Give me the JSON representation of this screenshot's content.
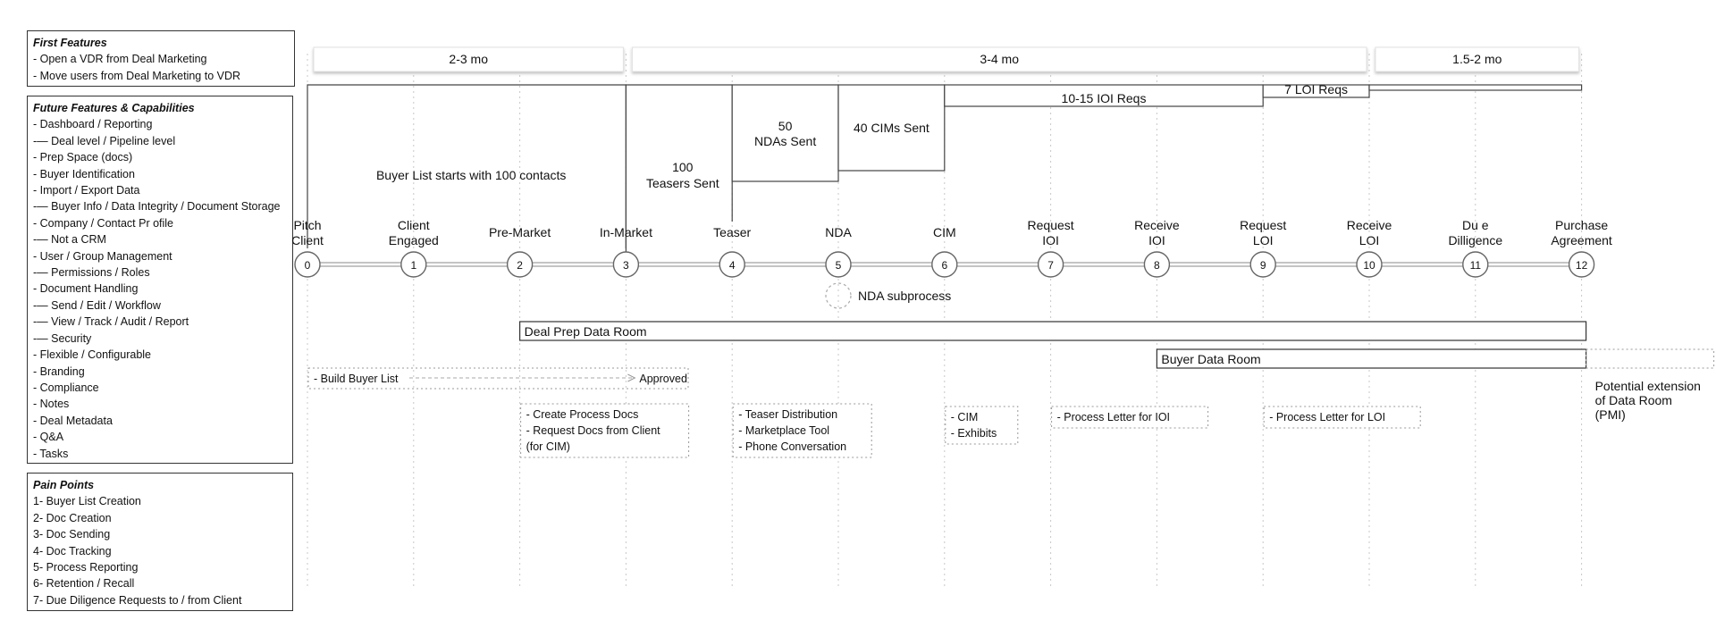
{
  "first_features": {
    "title": "First Features",
    "items": [
      "- Open a VDR from Deal Marketing",
      "- Move users from Deal Marketing to VDR"
    ]
  },
  "future_features": {
    "title": "Future Features & Capabilities",
    "items": [
      "- Dashboard / Reporting",
      "-— Deal level / Pipeline level",
      "- Prep Space (docs)",
      "- Buyer Identification",
      "- Import / Export Data",
      "-— Buyer Info / Data Integrity / Document Storage",
      "- Company / Contact Pr ofile",
      "-— Not a CRM",
      "- User / Group Management",
      "-— Permissions / Roles",
      "- Document Handling",
      "-— Send / Edit / Workflow",
      "-— View / Track / Audit / Report",
      "-— Security",
      "- Flexible / Configurable",
      "- Branding",
      "- Compliance",
      "- Notes",
      "- Deal Metadata",
      "- Q&A",
      "- Tasks"
    ]
  },
  "pain_points": {
    "title": "Pain Points",
    "items": [
      "1- Buyer List Creation",
      "2- Doc Creation",
      "3- Doc Sending",
      "4- Doc Tracking",
      "5- Process Reporting",
      "6- Retention / Recall",
      "7- Due Diligence Requests to / from Client"
    ]
  },
  "phases": [
    {
      "label": "2-3 mo",
      "from": 0,
      "to": 3
    },
    {
      "label": "3-4 mo",
      "from": 3,
      "to": 10
    },
    {
      "label": "1.5-2 mo",
      "from": 10,
      "to": 12
    }
  ],
  "milestones": [
    {
      "num": "0",
      "label": [
        "Pitch",
        "Client"
      ]
    },
    {
      "num": "1",
      "label": [
        "Client",
        "Engaged"
      ]
    },
    {
      "num": "2",
      "label": [
        "Pre-Market"
      ]
    },
    {
      "num": "3",
      "label": [
        "In-Market"
      ]
    },
    {
      "num": "4",
      "label": [
        "Teaser"
      ]
    },
    {
      "num": "5",
      "label": [
        "NDA"
      ]
    },
    {
      "num": "6",
      "label": [
        "CIM"
      ]
    },
    {
      "num": "7",
      "label": [
        "Request",
        "IOI"
      ]
    },
    {
      "num": "8",
      "label": [
        "Receive",
        "IOI"
      ]
    },
    {
      "num": "9",
      "label": [
        "Request",
        "LOI"
      ]
    },
    {
      "num": "10",
      "label": [
        "Receive",
        "LOI"
      ]
    },
    {
      "num": "11",
      "label": [
        "Du e",
        "Dilligence"
      ]
    },
    {
      "num": "12",
      "label": [
        "Purchase",
        "Agreement"
      ]
    }
  ],
  "funnel": [
    {
      "from": 0,
      "to": 3,
      "value": 100,
      "label": [
        "Buyer List starts with 100 contacts"
      ]
    },
    {
      "from": 3,
      "to": 4,
      "value": 100,
      "label": [
        "100",
        "Teasers Sent"
      ]
    },
    {
      "from": 4,
      "to": 5,
      "value": 50,
      "label": [
        "50",
        "NDAs Sent"
      ]
    },
    {
      "from": 5,
      "to": 6,
      "value": 40,
      "label": [
        "40 CIMs Sent"
      ]
    },
    {
      "from": 6,
      "to": 9,
      "value": 15,
      "label": [
        "10-15 IOI Reqs"
      ]
    },
    {
      "from": 9,
      "to": 10,
      "value": 7,
      "label": [
        "7 LOI Reqs"
      ]
    },
    {
      "from": 10,
      "to": 12,
      "value": 1,
      "label": [
        ""
      ]
    }
  ],
  "subprocess": {
    "at": 5,
    "label": "NDA subprocess"
  },
  "data_rooms": [
    {
      "label": "Deal Prep Data Room",
      "from": 2,
      "to": 12
    },
    {
      "label": "Buyer Data Room",
      "from": 8,
      "to": 12
    }
  ],
  "extension_note": [
    "Potential  extension",
    "of Data Room",
    "(PMI)"
  ],
  "buyer_list_note": {
    "start": "- Build Buyer List",
    "end": "Approved"
  },
  "task_notes": [
    {
      "at": 2,
      "lines": [
        "- Create Process Docs",
        "- Request Docs from Client",
        "  (for CIM)"
      ]
    },
    {
      "at": 4,
      "lines": [
        "- Teaser Distribution",
        "- Marketplace Tool",
        "- Phone Conversation"
      ]
    },
    {
      "at": 6,
      "lines": [
        "- CIM",
        "- Exhibits"
      ]
    },
    {
      "at": 7,
      "lines": [
        "- Process Letter for IOI"
      ]
    },
    {
      "at": 9,
      "lines": [
        "- Process Letter for LOI"
      ]
    }
  ]
}
